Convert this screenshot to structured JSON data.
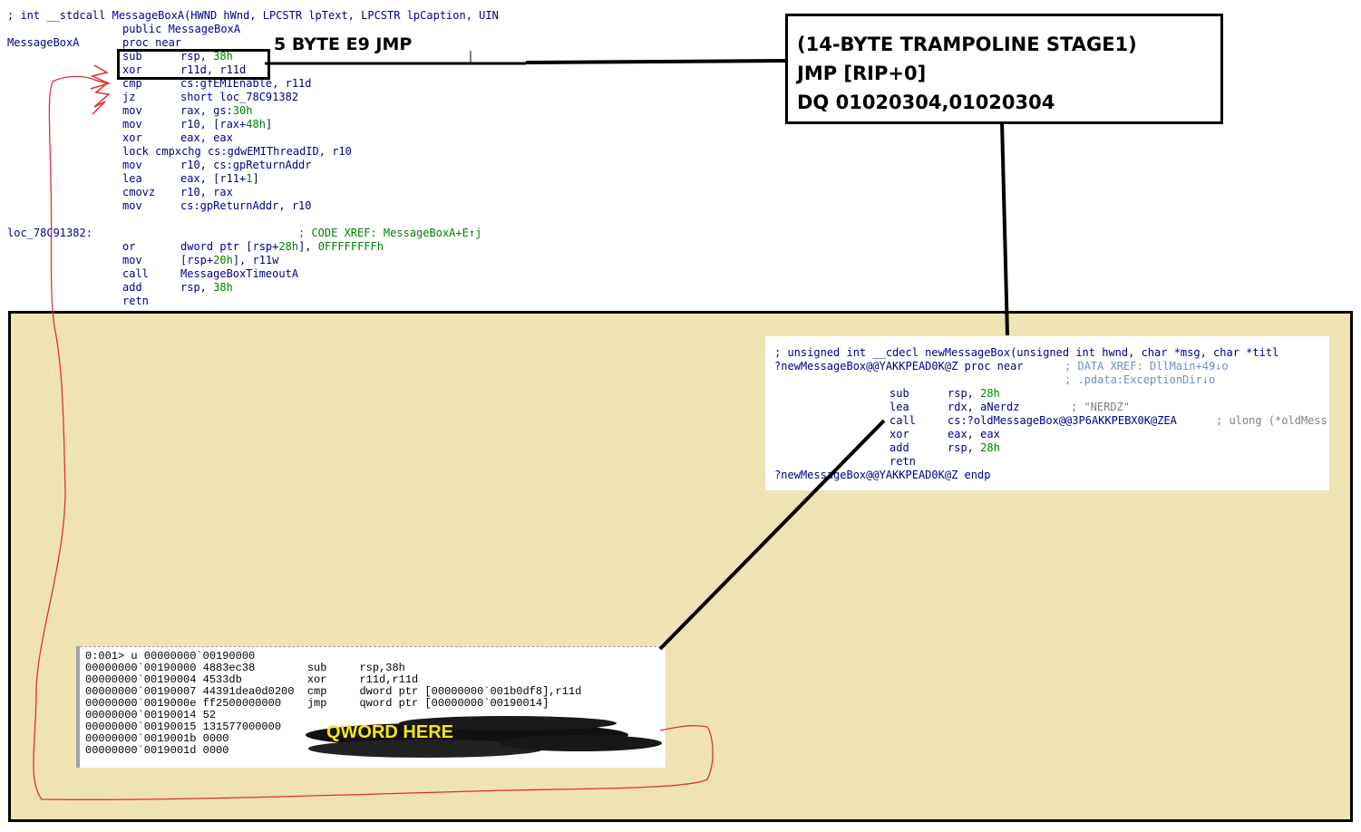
{
  "top_listing": {
    "signature": "; int __stdcall MessageBoxA(HWND hWnd, LPCSTR lpText, LPCSTR lpCaption, UIN",
    "public_line": "public MessageBoxA",
    "func_label": "MessageBoxA",
    "proc_line": "proc near",
    "instructions": [
      {
        "mn": "sub",
        "ops": "rsp, ",
        "num": "38h"
      },
      {
        "mn": "xor",
        "ops": "r11d, r11d",
        "num": ""
      },
      {
        "mn": "cmp",
        "ops": "cs:gfEMIEnable, r11d",
        "num": ""
      },
      {
        "mn": "jz",
        "ops": "short loc_78C91382",
        "num": ""
      },
      {
        "mn": "mov",
        "ops": "rax, gs:",
        "num": "30h"
      },
      {
        "mn": "mov",
        "ops": "r10, [rax+",
        "num": "48h",
        "tail": "]"
      },
      {
        "mn": "xor",
        "ops": "eax, eax",
        "num": ""
      },
      {
        "mn": "lock cmpxchg",
        "ops": "cs:gdwEMIThreadID, r10",
        "num": ""
      },
      {
        "mn": "mov",
        "ops": "r10, cs:gpReturnAddr",
        "num": ""
      },
      {
        "mn": "lea",
        "ops": "eax, [r11+",
        "num": "1",
        "tail": "]"
      },
      {
        "mn": "cmovz",
        "ops": "r10, rax",
        "num": ""
      },
      {
        "mn": "mov",
        "ops": "cs:gpReturnAddr, r10",
        "num": ""
      }
    ],
    "loc_label": "loc_78C91382:",
    "loc_xref": "; CODE XREF: MessageBoxA+E↑j",
    "instructions2": [
      {
        "mn": "or",
        "ops": "dword ptr [rsp+",
        "num": "28h",
        "tail": "], ",
        "num2": "0FFFFFFFFh"
      },
      {
        "mn": "mov",
        "ops": "[rsp+",
        "num": "20h",
        "tail": "], r11w"
      },
      {
        "mn": "call",
        "ops": "MessageBoxTimeoutA",
        "num": ""
      },
      {
        "mn": "add",
        "ops": "rsp, ",
        "num": "38h"
      },
      {
        "mn": "retn",
        "ops": "",
        "num": ""
      }
    ]
  },
  "annotations": {
    "jmp_label": "5 BYTE E9 JMP",
    "trampoline_lines": [
      "(14-BYTE TRAMPOLINE STAGE1)",
      "JMP [RIP+0]",
      "DQ 01020304,01020304"
    ],
    "qword_label": "QWORD HERE"
  },
  "new_func": {
    "signature": "; unsigned int __cdecl newMessageBox(unsigned int hwnd, char *msg, char *titl",
    "proc_line": "?newMessageBox@@YAKKPEAD0K@Z proc near",
    "xref1": "; DATA XREF: DllMain+49↓o",
    "xref2": "; .pdata:ExceptionDir↓o",
    "instructions": [
      {
        "mn": "sub",
        "ops": "rsp, ",
        "num": "28h",
        "cmt": ""
      },
      {
        "mn": "lea",
        "ops": "rdx, aNerdz",
        "num": "",
        "cmt": "; \"NERDZ\""
      },
      {
        "mn": "call",
        "ops": "cs:?oldMessageBox@@3P6AKKPEBX0K@ZEA",
        "num": "",
        "cmt": "; ulong (*oldMess"
      },
      {
        "mn": "xor",
        "ops": "eax, eax",
        "num": "",
        "cmt": ""
      },
      {
        "mn": "add",
        "ops": "rsp, ",
        "num": "28h",
        "cmt": ""
      },
      {
        "mn": "retn",
        "ops": "",
        "num": "",
        "cmt": ""
      }
    ],
    "endp_line": "?newMessageBox@@YAKKPEAD0K@Z endp"
  },
  "windbg": {
    "lines": [
      "0:001> u 00000000`00190000",
      "00000000`00190000 4883ec38        sub     rsp,38h",
      "00000000`00190004 4533db          xor     r11d,r11d",
      "00000000`00190007 44391dea0d0200  cmp     dword ptr [00000000`001b0df8],r11d",
      "00000000`0019000e ff2500000000    jmp     qword ptr [00000000`00190014]",
      "00000000`00190014 52",
      "00000000`00190015 131577000000",
      "00000000`0019001b 0000",
      "00000000`0019001d 0000"
    ]
  }
}
